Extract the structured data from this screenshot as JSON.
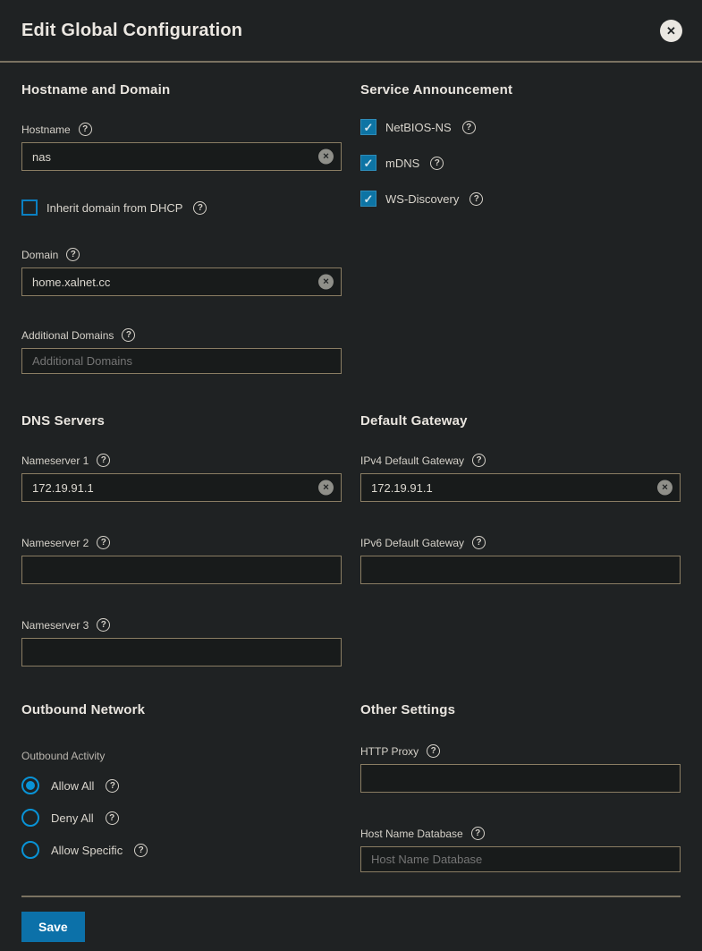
{
  "header": {
    "title": "Edit Global Configuration"
  },
  "icons": {
    "help": "?",
    "clear": "✕",
    "close": "✕",
    "check": "✓"
  },
  "sections": {
    "hostname_domain": {
      "title": "Hostname and Domain",
      "hostname": {
        "label": "Hostname",
        "value": "nas"
      },
      "inherit_dhcp": {
        "label": "Inherit domain from DHCP",
        "checked": false
      },
      "domain": {
        "label": "Domain",
        "value": "home.xalnet.cc"
      },
      "additional_domains": {
        "label": "Additional Domains",
        "value": "",
        "placeholder": "Additional Domains"
      }
    },
    "service_announcement": {
      "title": "Service Announcement",
      "checkboxes": [
        {
          "label": "NetBIOS-NS",
          "checked": true
        },
        {
          "label": "mDNS",
          "checked": true
        },
        {
          "label": "WS-Discovery",
          "checked": true
        }
      ]
    },
    "dns_servers": {
      "title": "DNS Servers",
      "nameserver1": {
        "label": "Nameserver 1",
        "value": "172.19.91.1"
      },
      "nameserver2": {
        "label": "Nameserver 2",
        "value": ""
      },
      "nameserver3": {
        "label": "Nameserver 3",
        "value": ""
      }
    },
    "default_gateway": {
      "title": "Default Gateway",
      "ipv4": {
        "label": "IPv4 Default Gateway",
        "value": "172.19.91.1"
      },
      "ipv6": {
        "label": "IPv6 Default Gateway",
        "value": ""
      }
    },
    "outbound_network": {
      "title": "Outbound Network",
      "group_label": "Outbound Activity",
      "options": [
        {
          "label": "Allow All",
          "selected": true
        },
        {
          "label": "Deny All",
          "selected": false
        },
        {
          "label": "Allow Specific",
          "selected": false
        }
      ]
    },
    "other_settings": {
      "title": "Other Settings",
      "http_proxy": {
        "label": "HTTP Proxy",
        "value": ""
      },
      "host_name_database": {
        "label": "Host Name Database",
        "value": "",
        "placeholder": "Host Name Database"
      }
    }
  },
  "footer": {
    "save_label": "Save"
  },
  "colors": {
    "accent_blue": "#0993d6",
    "checkbox_fill": "#0d74a4",
    "save_button": "#0c71a9",
    "input_border": "#8a7d63",
    "divider": "#7b7361",
    "background": "#1f2223"
  }
}
